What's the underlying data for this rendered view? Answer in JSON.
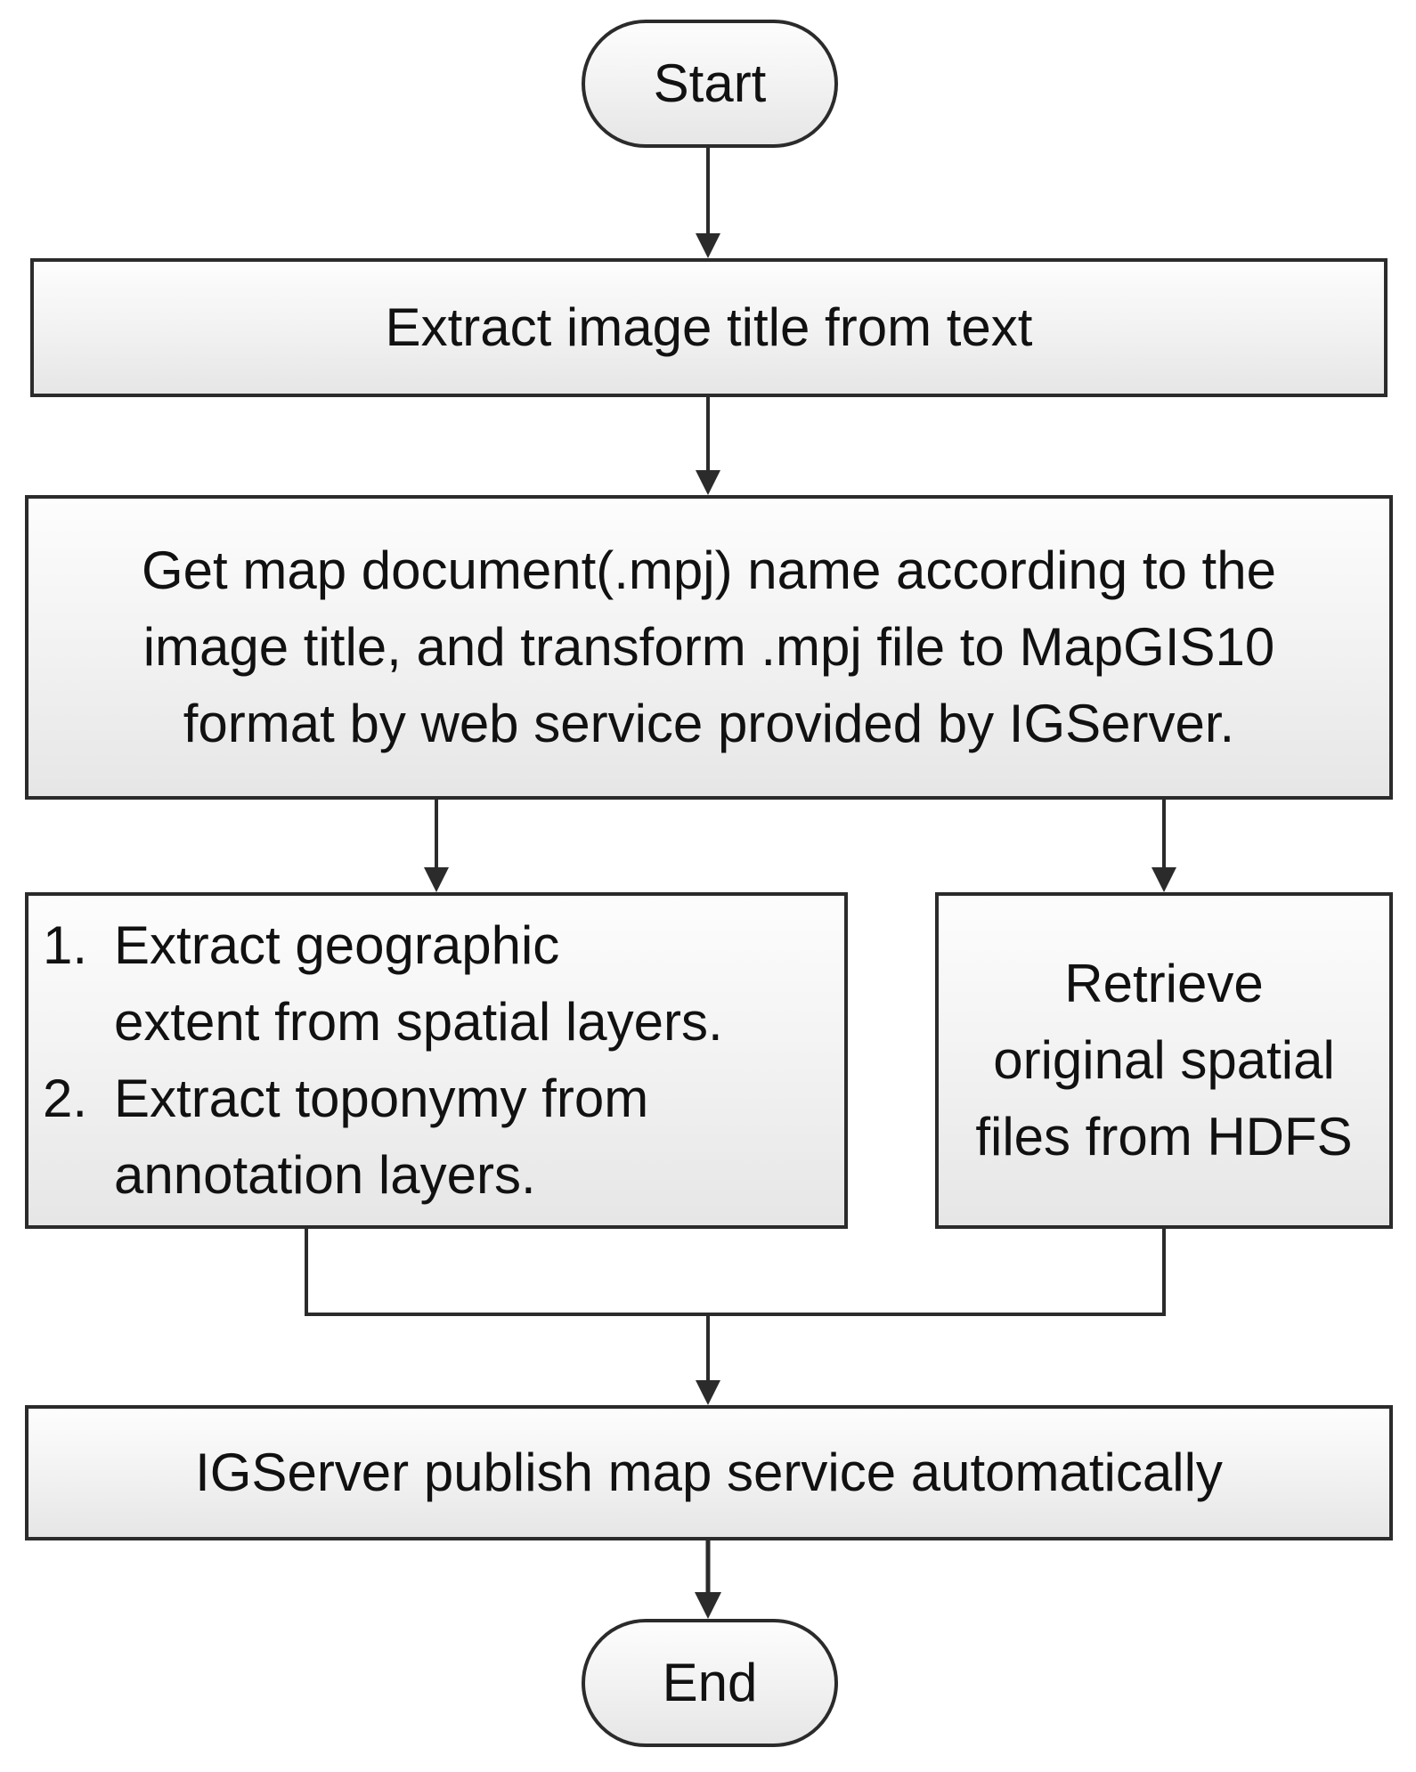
{
  "flowchart": {
    "start": "Start",
    "step1": "Extract image title from text",
    "step2_lines": [
      "Get map document(.mpj) name according to the",
      "image title, and transform .mpj file to MapGIS10",
      "format by web service provided by IGServer."
    ],
    "branch_left": [
      {
        "number": "1.",
        "lines": [
          "Extract geographic",
          "extent from spatial layers."
        ]
      },
      {
        "number": "2.",
        "lines": [
          "Extract toponymy from",
          "annotation layers."
        ]
      }
    ],
    "branch_right_lines": [
      "Retrieve",
      "original spatial",
      "files from HDFS"
    ],
    "step4": "IGServer publish map service automatically",
    "end": "End"
  }
}
